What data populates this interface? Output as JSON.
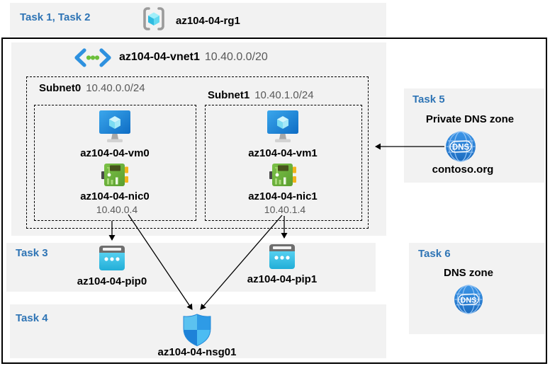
{
  "diagram": {
    "header": {
      "tasks_label": "Task 1, Task 2",
      "resource_group": "az104-04-rg1"
    },
    "vnet": {
      "name": "az104-04-vnet1",
      "cidr": "10.40.0.0/20"
    },
    "subnets": [
      {
        "name": "Subnet0",
        "cidr": "10.40.0.0/24",
        "vm": "az104-04-vm0",
        "nic": "az104-04-nic0",
        "ip": "10.40.0.4"
      },
      {
        "name": "Subnet1",
        "cidr": "10.40.1.0/24",
        "vm": "az104-04-vm1",
        "nic": "az104-04-nic1",
        "ip": "10.40.1.4"
      }
    ],
    "task3": {
      "label": "Task 3",
      "pip0": "az104-04-pip0",
      "pip1": "az104-04-pip1"
    },
    "task4": {
      "label": "Task 4",
      "nsg": "az104-04-nsg01"
    },
    "task5": {
      "label": "Task 5",
      "title": "Private DNS zone",
      "zone_name": "contoso.org"
    },
    "task6": {
      "label": "Task 6",
      "title": "DNS zone"
    },
    "dns_icon_text": "DNS"
  },
  "icons": [
    "resource-group-icon",
    "virtual-network-icon",
    "virtual-machine-icon",
    "network-interface-icon",
    "public-ip-icon",
    "nsg-shield-icon",
    "dns-zone-icon"
  ],
  "colors": {
    "panel_gray": "#F2F2F2",
    "task_label_blue": "#2E74B5",
    "secondary_text_gray": "#595959",
    "vm_blue": "#1F87D8",
    "pip_cyan": "#34BFE2",
    "nic_green": "#6FB53C",
    "dns_blue": "#2F86DC",
    "shield_blue": "#2E9BE6"
  }
}
